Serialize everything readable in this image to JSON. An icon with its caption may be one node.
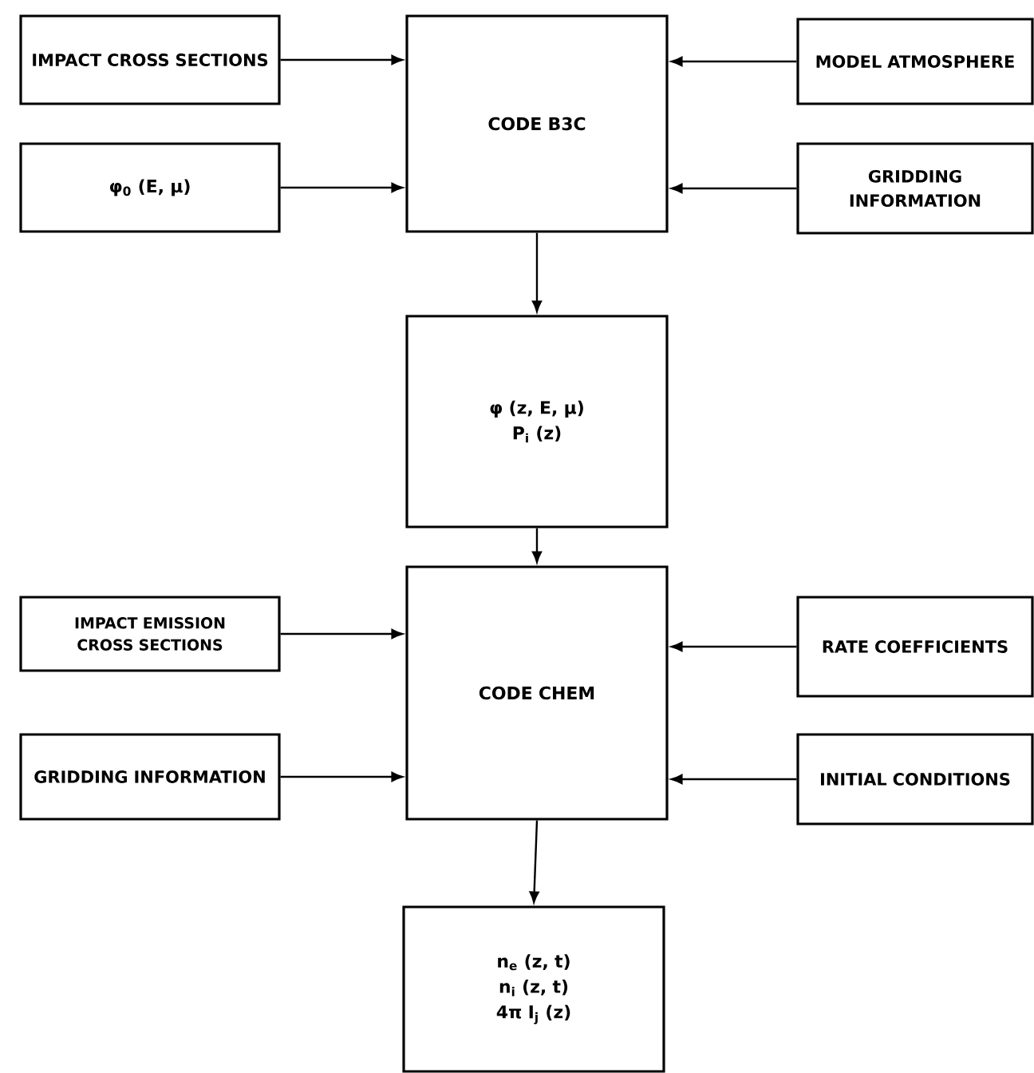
{
  "diagram": {
    "nodes": [
      {
        "text": [
          "IMPACT CROSS SECTIONS"
        ]
      },
      {
        "text": [
          "CODE B3C"
        ]
      },
      {
        "text": [
          "MODEL ATMOSPHERE"
        ]
      },
      {
        "text": [
          "φ$_{0}$ (E, μ)"
        ]
      },
      {
        "text": [
          "GRIDDING INFORMATION"
        ]
      },
      {
        "text": [
          "φ (z, E, μ)",
          "P$_{i}$ (z)"
        ]
      },
      {
        "text": [
          "IMPACT EMISSION CROSS SECTIONS"
        ]
      },
      {
        "text": [
          "CODE CHEM"
        ]
      },
      {
        "text": [
          "RATE COEFFICIENTS"
        ]
      },
      {
        "text": [
          "GRIDDING INFORMATION"
        ]
      },
      {
        "text": [
          "INITIAL CONDITIONS"
        ]
      },
      {
        "text": [
          "n$_{e}$ (z, t)",
          "n$_{i}$ (z, t)",
          "4π I$_{j}$ (z)"
        ]
      }
    ],
    "edges": [
      {
        "from": 0,
        "to": 1,
        "arrow": "to"
      },
      {
        "from": 2,
        "to": 1,
        "arrow": "to"
      },
      {
        "from": 3,
        "to": 1,
        "arrow": "to"
      },
      {
        "from": 4,
        "to": 1,
        "arrow": "to"
      },
      {
        "from": 1,
        "to": 5,
        "arrow": "to"
      },
      {
        "from": 5,
        "to": 7,
        "arrow": "to"
      },
      {
        "from": 6,
        "to": 7,
        "arrow": "to"
      },
      {
        "from": 8,
        "to": 7,
        "arrow": "to"
      },
      {
        "from": 9,
        "to": 7,
        "arrow": "to"
      },
      {
        "from": 10,
        "to": 7,
        "arrow": "to"
      },
      {
        "from": 7,
        "to": 11,
        "arrow": "to"
      }
    ]
  }
}
